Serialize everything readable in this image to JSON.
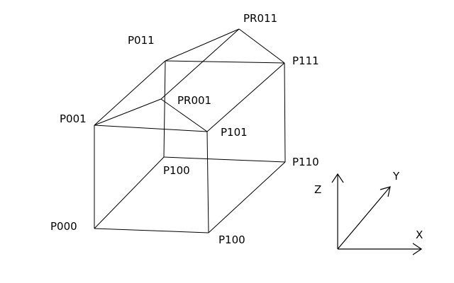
{
  "points": {
    "p000": "P000",
    "p100_bottom": "P100",
    "p001": "P001",
    "p101": "P101",
    "p011": "P011",
    "p111": "P111",
    "p100_back": "P100",
    "p110": "P110",
    "pr001": "PR001",
    "pr011": "PR011"
  },
  "axes": {
    "x": "X",
    "y": "Y",
    "z": "Z"
  }
}
